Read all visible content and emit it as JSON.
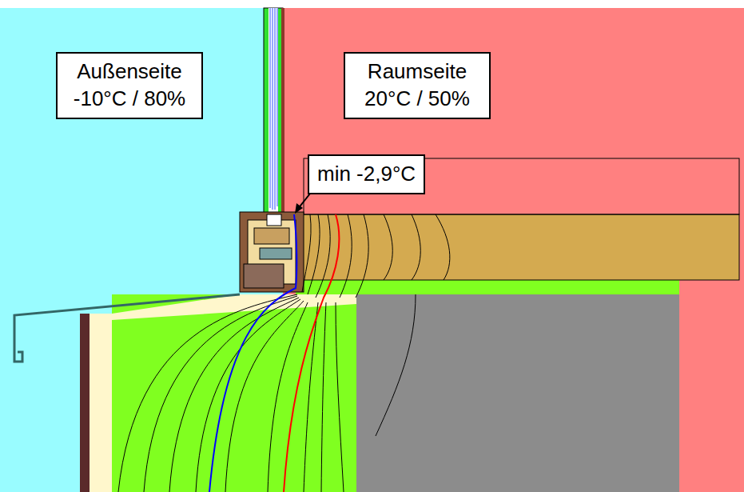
{
  "diagram": {
    "nodes": [
      {
        "text": [
          "Außenseite -10°C / 80%"
        ]
      },
      {
        "text": [
          "Raumseite 20°C / 50%"
        ]
      },
      {
        "text": [
          "min -2,9°C"
        ]
      }
    ]
  }
}
